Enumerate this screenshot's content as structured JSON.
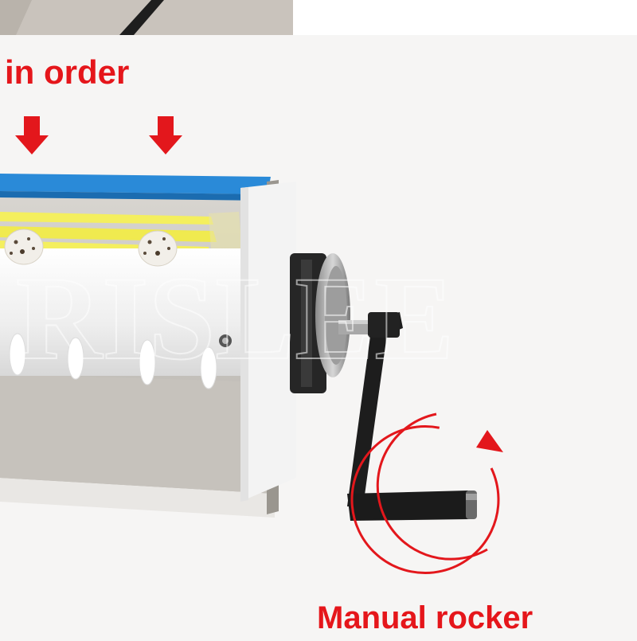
{
  "captions": {
    "top": "in order",
    "bottom": "Manual rocker"
  },
  "watermark": "RISLEE",
  "colors": {
    "caption_red": "#e5161b",
    "arrow_red": "#e3171c",
    "background": "#f6f5f4",
    "blue_bar": "#2a8ad8",
    "yellow_bar": "#f4ef5e",
    "machine_white": "#f3f3f3",
    "metal": "#c9c6c1",
    "crank_black": "#1d1d1d"
  },
  "icons": [
    "down-arrow-icon",
    "rotate-arrow-icon"
  ]
}
